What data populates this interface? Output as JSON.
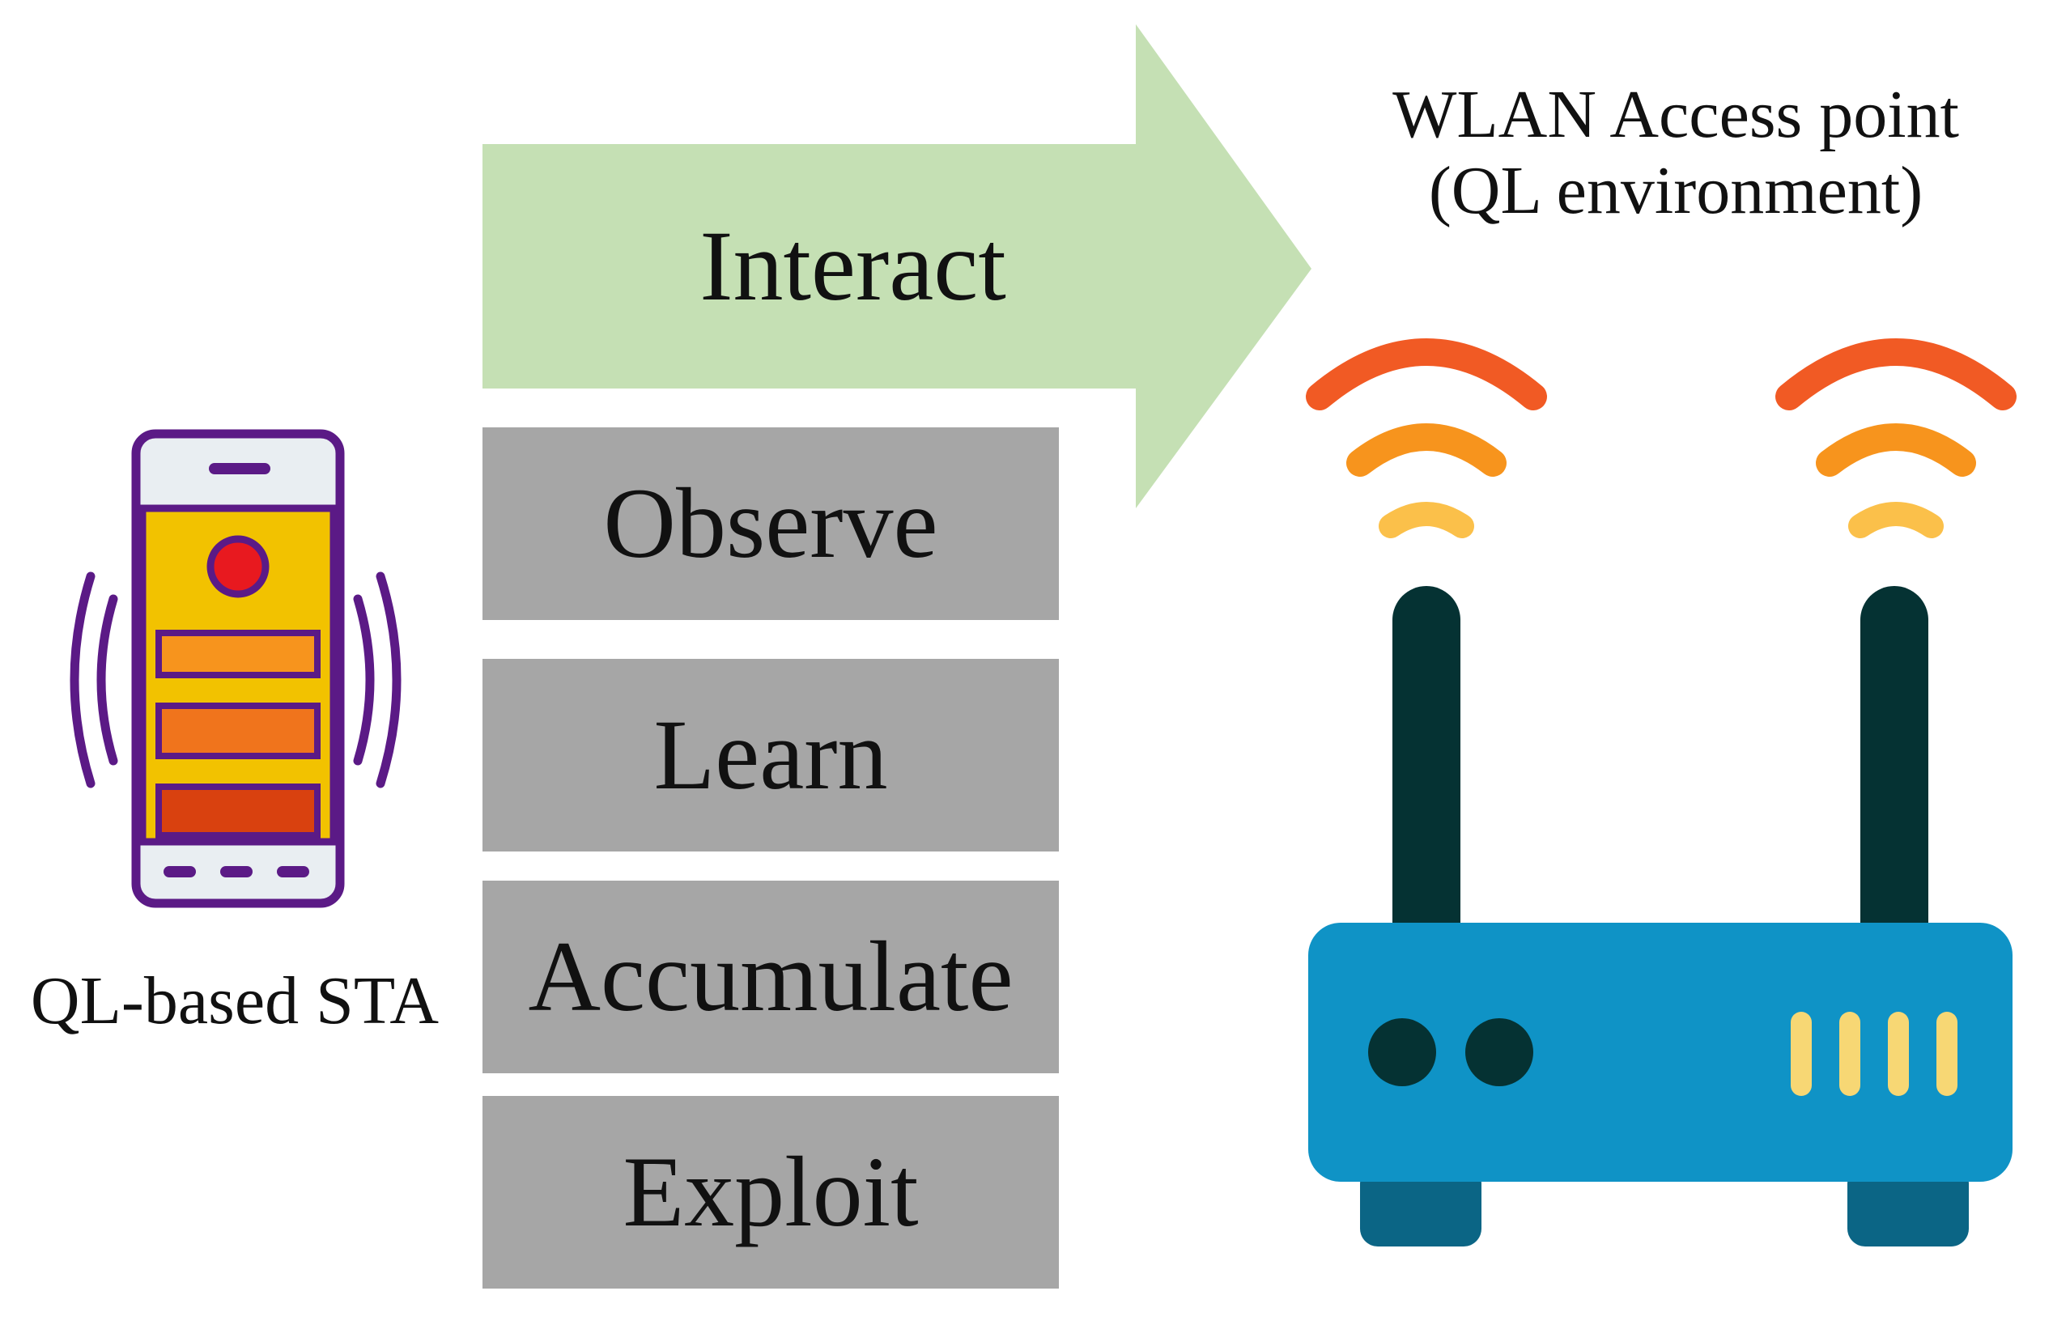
{
  "diagram": {
    "station": {
      "label": "QL-based STA",
      "icon": "smartphone-vibrating-icon"
    },
    "arrow": {
      "label": "Interact",
      "color": "#c5e0b4"
    },
    "steps": [
      {
        "label": "Observe"
      },
      {
        "label": "Learn"
      },
      {
        "label": "Accumulate"
      },
      {
        "label": "Exploit"
      }
    ],
    "access_point": {
      "title_line1": "WLAN Access point",
      "title_line2": "(QL environment)",
      "icon": "wifi-router-icon"
    },
    "colors": {
      "step_box": "#a6a6a6",
      "phone_outline": "#5b1a86",
      "phone_screen": "#f2c200",
      "router_body": "#0f93c6",
      "antenna": "#053233",
      "wifi_outer": "#f15a24",
      "wifi_middle": "#f7941d",
      "wifi_inner": "#fbc04a",
      "router_led": "#f7d774"
    }
  }
}
